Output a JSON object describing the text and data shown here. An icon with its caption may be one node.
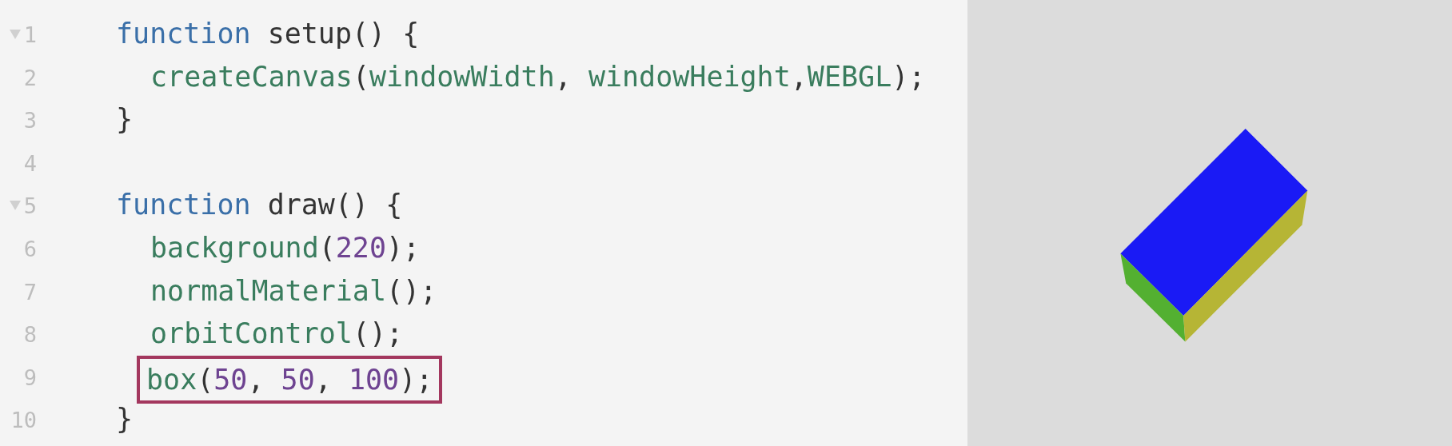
{
  "diagram": {
    "nodes": [
      {
        "text": [
          "box(50, 50, 100);"
        ]
      }
    ],
    "edges": [],
    "labels": [
      "1",
      "function setup() {",
      "2",
      "createCanvas(windowWidth, windowHeight,WEBGL);",
      "3",
      "}",
      "4",
      "5",
      "function draw() {",
      "6",
      "background(220);",
      "7",
      "normalMaterial();",
      "8",
      "orbitControl();",
      "9",
      "10",
      "}"
    ]
  }
}
